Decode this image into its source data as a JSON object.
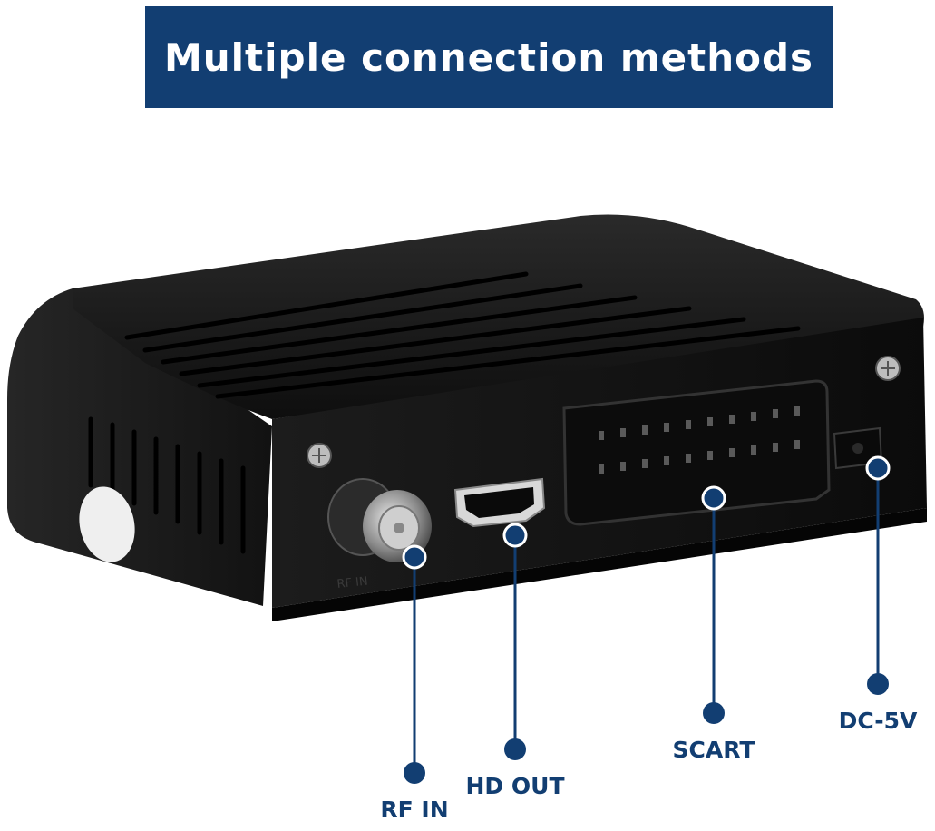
{
  "banner": {
    "title": "Multiple connection methods"
  },
  "device_print": {
    "rf_in": "RF IN"
  },
  "callouts": [
    {
      "id": "rf-in",
      "label": "RF IN"
    },
    {
      "id": "hd-out",
      "label": "HD OUT"
    },
    {
      "id": "scart",
      "label": "SCART"
    },
    {
      "id": "dc-5v",
      "label": "DC-5V"
    }
  ],
  "colors": {
    "accent": "#123e72",
    "device": "#111111",
    "background": "#ffffff"
  }
}
